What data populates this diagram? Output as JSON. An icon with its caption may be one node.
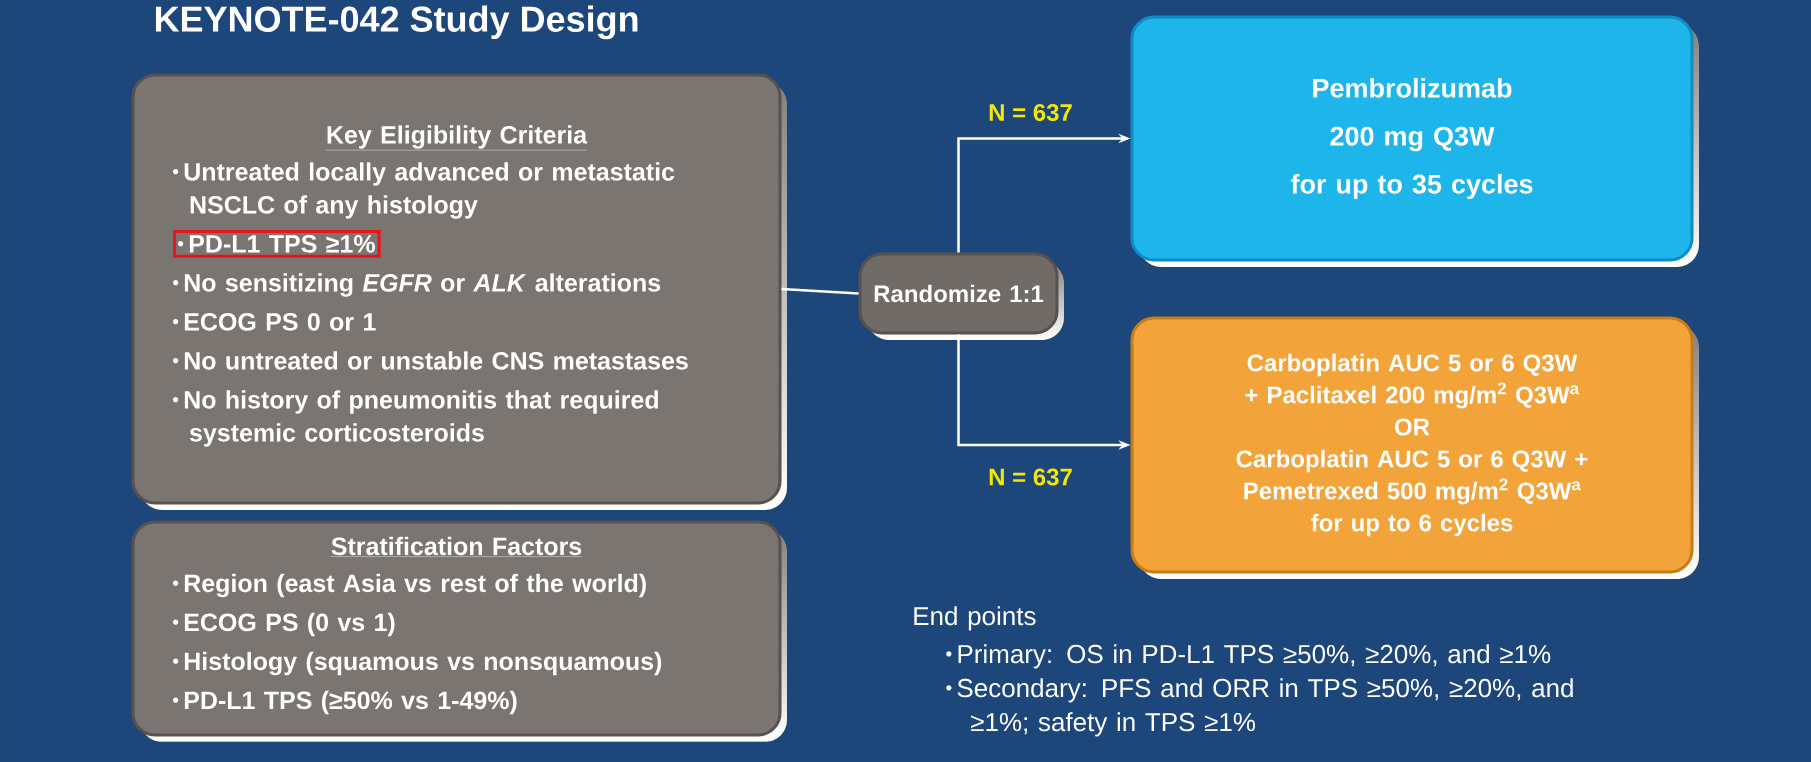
{
  "diagram": {
    "title": "KEYNOTE-042 Study Design",
    "nodes": [
      {
        "text": [
          "Key Eligibility Criteria",
          "Untreated locally advanced or metastatic NSCLC of any histology",
          "PD-L1 TPS ≥1%",
          "No sensitizing *EGFR* or *ALK* alterations",
          "ECOG PS 0 or 1",
          "No untreated or unstable CNS metastases",
          "No history of pneumonitis that required systemic corticosteroids"
        ]
      },
      {
        "text": [
          "Stratification Factors",
          "Region (east Asia vs rest of the world)",
          "ECOG PS (0 vs 1)",
          "Histology (squamous vs nonsquamous)",
          "PD-L1 TPS (≥50% vs 1-49%)"
        ]
      },
      {
        "text": [
          "Randomize 1:1"
        ]
      },
      {
        "text": [
          "Pembrolizumab",
          "200 mg Q3W",
          "for up to 35 cycles"
        ]
      },
      {
        "text": [
          "Carboplatin AUC 5 or 6 Q3W + Paclitaxel 200 mg/m$^{2}$ Q3W$^{a}$",
          "OR",
          "Carboplatin AUC 5 or 6 Q3W + Pemetrexed 500 mg/m$^{2}$ Q3W$^{a}$",
          "for up to 6 cycles"
        ]
      }
    ],
    "edges": [
      {
        "from": 0,
        "to": 2,
        "arrow": "none"
      },
      {
        "from": 2,
        "to": 3,
        "arrow": "to",
        "label": "N = 637"
      },
      {
        "from": 2,
        "to": 4,
        "arrow": "to",
        "label": "N = 637"
      }
    ],
    "labels": [
      "End points",
      "Primary: OS in PD-L1 TPS ≥50%, ≥20%, and ≥1%",
      "Secondary: PFS and ORR in TPS ≥50%, ≥20%, and ≥1%; safety in TPS ≥1%"
    ]
  }
}
